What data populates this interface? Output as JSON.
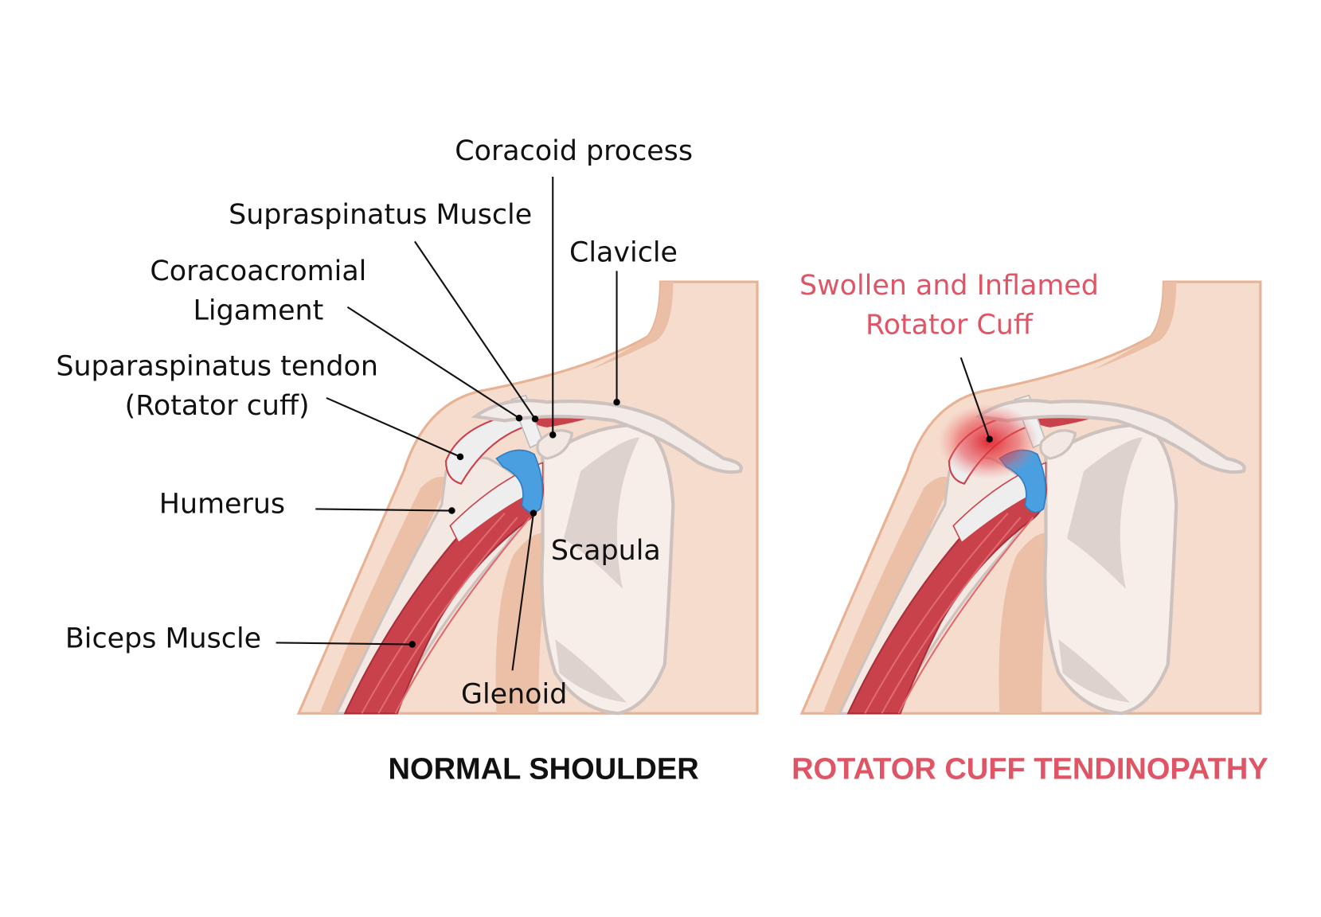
{
  "labels": {
    "coracoid_process": "Coracoid process",
    "supraspinatus_muscle": "Supraspinatus Muscle",
    "clavicle": "Clavicle",
    "coracoacromial_1": "Coracoacromial",
    "coracoacromial_2": "Ligament",
    "supraspinatus_tendon_1": "Suparaspinatus tendon",
    "supraspinatus_tendon_2": "(Rotator cuff)",
    "humerus": "Humerus",
    "scapula": "Scapula",
    "biceps_muscle": "Biceps Muscle",
    "glenoid": "Glenoid",
    "swollen_1": "Swollen and Inflamed",
    "swollen_2": "Rotator Cuff"
  },
  "titles": {
    "normal": "NORMAL SHOULDER",
    "tendinopathy": "ROTATOR CUFF TENDINOPATHY"
  },
  "colors": {
    "accent_red": "#e05566",
    "text": "#111111"
  }
}
